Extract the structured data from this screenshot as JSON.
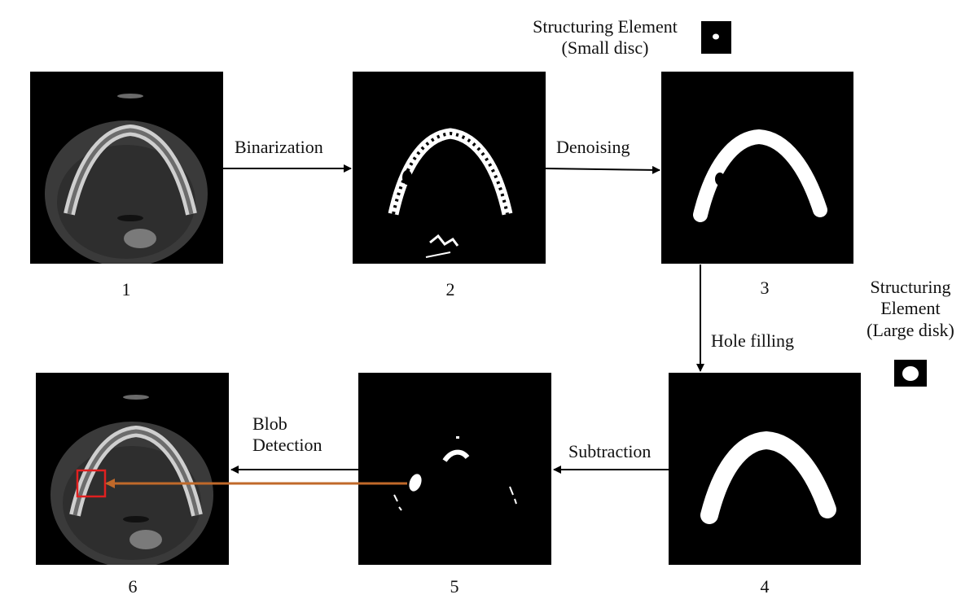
{
  "steps": [
    {
      "number": "1"
    },
    {
      "number": "2"
    },
    {
      "number": "3"
    },
    {
      "number": "4"
    },
    {
      "number": "5"
    },
    {
      "number": "6"
    }
  ],
  "arrows": {
    "binarization": "Binarization",
    "denoising": "Denoising",
    "hole_filling": "Hole filling",
    "subtraction": "Subtraction",
    "blob_detection_line1": "Blob",
    "blob_detection_line2": "Detection"
  },
  "structuring_small": {
    "line1": "Structuring Element",
    "line2": "(Small disc)"
  },
  "structuring_large": {
    "line1": "Structuring",
    "line2": "Element",
    "line3": "(Large disk)"
  },
  "colors": {
    "arrow": "#000000",
    "blob_arrow": "#c0692a",
    "highlight_box": "#e02020"
  }
}
